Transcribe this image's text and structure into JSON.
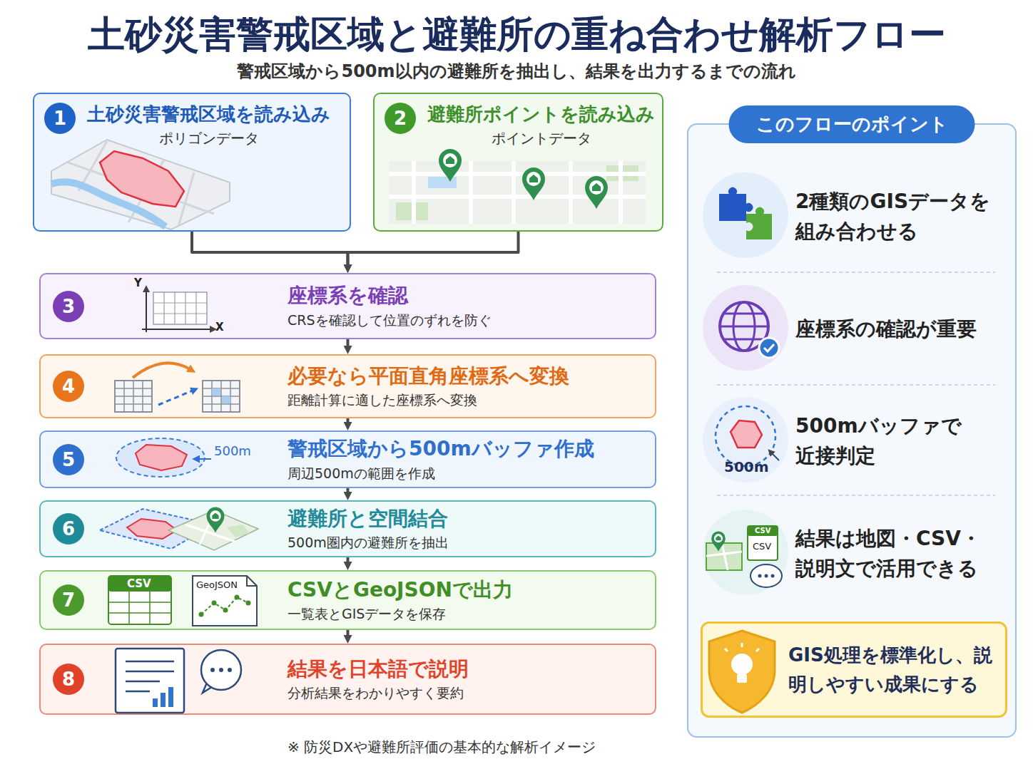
{
  "diagram": {
    "title": "土砂災害警戒区域と避難所の重ね合わせ解析フロー",
    "caption": "警戒区域から500m以内の避難所を抽出し、結果を出力するまでの流れ",
    "nodes": [
      {
        "text": [
          "1",
          "土砂災害警戒区域を読み込み",
          "ポリゴンデータ"
        ]
      },
      {
        "text": [
          "2",
          "避難所ポイントを読み込み",
          "ポイントデータ"
        ]
      },
      {
        "text": [
          "3",
          "座標系を確認",
          "CRSを確認して位置のずれを防ぐ"
        ]
      },
      {
        "text": [
          "4",
          "必要なら平面直角座標系へ変換",
          "距離計算に適した座標系へ変換"
        ]
      },
      {
        "text": [
          "5",
          "警戒区域から500mバッファ作成",
          "周辺500mの範囲を作成"
        ]
      },
      {
        "text": [
          "6",
          "避難所と空間結合",
          "500m圏内の避難所を抽出"
        ]
      },
      {
        "text": [
          "7",
          "CSVとGeoJSONで出力",
          "一覧表とGISデータを保存"
        ]
      },
      {
        "text": [
          "8",
          "結果を日本語で説明",
          "分析結果をわかりやすく要約"
        ]
      },
      {
        "text": [
          "このフローのポイント"
        ]
      },
      {
        "text": [
          "2種類のGISデータを組み合わせる"
        ],
        "in": 8
      },
      {
        "text": [
          "座標系の確認が重要"
        ],
        "in": 8
      },
      {
        "text": [
          "500mバッファで近接判定"
        ],
        "in": 8
      },
      {
        "text": [
          "結果は地図・CSV・説明文で活用できる"
        ],
        "in": 8
      },
      {
        "text": [
          "GIS処理を標準化し、説明しやすい成果にする"
        ],
        "in": 8
      }
    ],
    "edges": [
      {
        "from": 0,
        "to": 2,
        "arrow": "to"
      },
      {
        "from": 1,
        "to": 2,
        "arrow": "to"
      },
      {
        "from": 2,
        "to": 3,
        "arrow": "to"
      },
      {
        "from": 3,
        "to": 4,
        "arrow": "to"
      },
      {
        "from": 4,
        "to": 5,
        "arrow": "to"
      },
      {
        "from": 5,
        "to": 6,
        "arrow": "to"
      },
      {
        "from": 6,
        "to": 7,
        "arrow": "to"
      }
    ],
    "labels": [
      "Y",
      "X",
      "500m",
      "CSV",
      "GeoJSON",
      "CSV",
      "CSV",
      "500m",
      "※ 防災DXや避難所評価の基本的な解析イメージ"
    ]
  }
}
